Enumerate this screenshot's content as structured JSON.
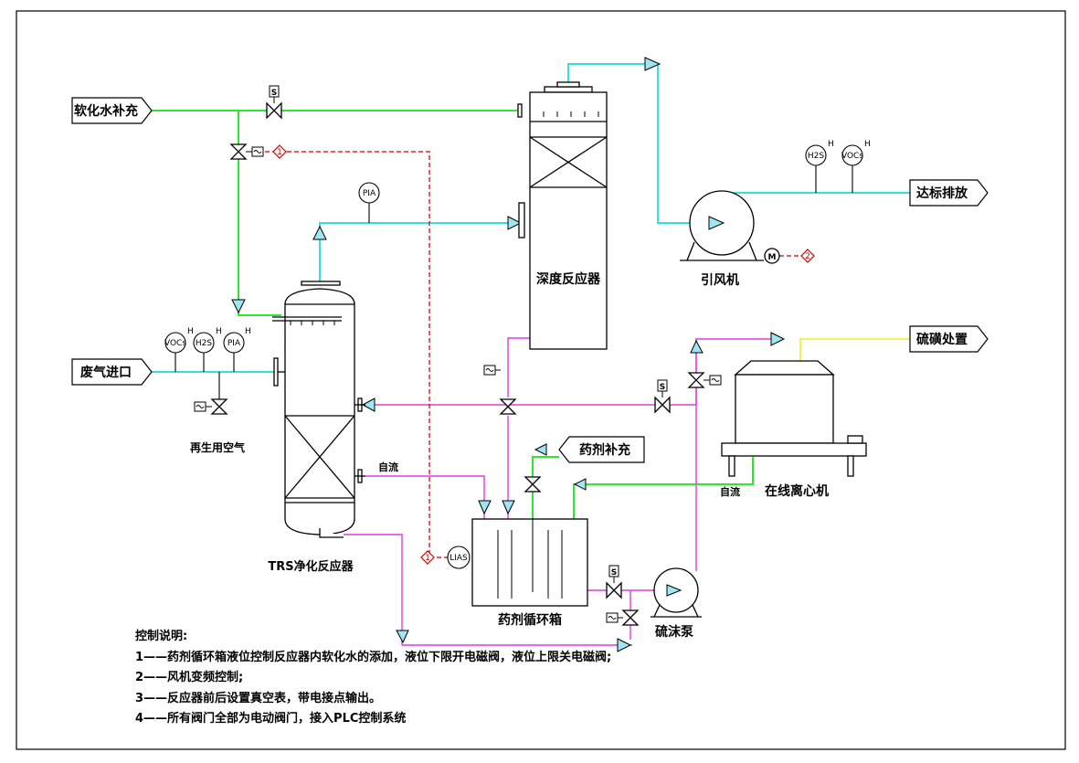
{
  "labels": {
    "soft_water": "软化水补充",
    "waste_gas": "废气进口",
    "regen_air": "再生用空气",
    "trs_reactor": "TRS净化反应器",
    "deep_reactor": "深度反应器",
    "fan": "引风机",
    "discharge": "达标排放",
    "sulfur_disposal": "硫磺处置",
    "centrifuge": "在线离心机",
    "chem_supply": "药剂补充",
    "chem_tank": "药剂循环箱",
    "slurry_pump": "硫沫泵",
    "self_flow_1": "自流",
    "self_flow_2": "自流"
  },
  "instruments": {
    "s": "S",
    "pia": "PIA",
    "h2s": "H2S",
    "vocs": "VOCs",
    "hi": "H",
    "lias": "LIAS",
    "motor": "M",
    "ctrl1": "1",
    "ctrl2": "2"
  },
  "notes": {
    "title": "控制说明:",
    "items": [
      "1——药剂循环箱液位控制反应器内软化水的添加，液位下限开电磁阀，液位上限关电磁阀;",
      "2——风机变频控制;",
      "3——反应器前后设置真空表，带电接点输出。",
      "4——所有阀门全部为电动阀门，接入PLC控制系统"
    ]
  },
  "colors": {
    "water": "#2ee82e",
    "gas": "#33e0e0",
    "liquid": "#e03ce0",
    "sulfur": "#f0f020",
    "control": "#cc0000"
  }
}
